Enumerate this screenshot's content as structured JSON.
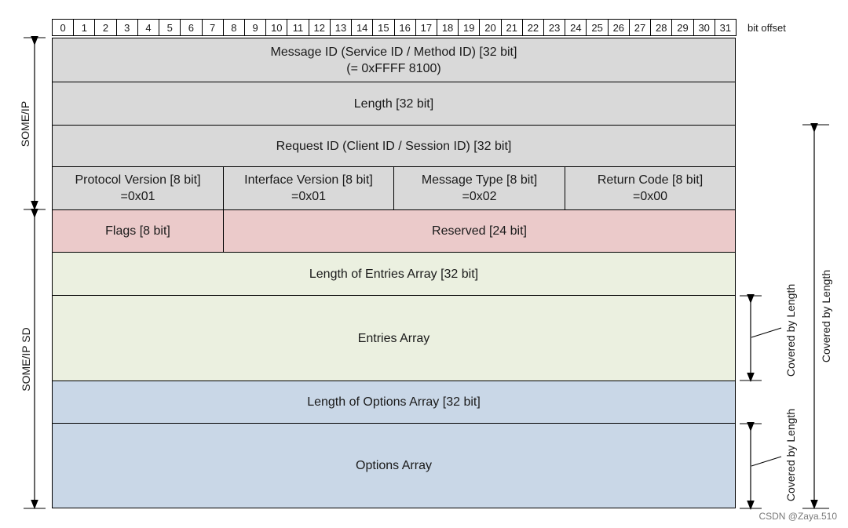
{
  "bit_offsets": [
    "0",
    "1",
    "2",
    "3",
    "4",
    "5",
    "6",
    "7",
    "8",
    "9",
    "10",
    "11",
    "12",
    "13",
    "14",
    "15",
    "16",
    "17",
    "18",
    "19",
    "20",
    "21",
    "22",
    "23",
    "24",
    "25",
    "26",
    "27",
    "28",
    "29",
    "30",
    "31"
  ],
  "bit_offset_label": "bit offset",
  "header_rows": {
    "message_id_line1": "Message ID (Service ID / Method ID) [32 bit]",
    "message_id_line2": "(= 0xFFFF 8100)",
    "length": "Length [32 bit]",
    "request_id": "Request ID (Client ID / Session ID) [32 bit]",
    "protocol_version": "Protocol Version [8 bit]",
    "protocol_version_val": "=0x01",
    "interface_version": "Interface Version [8 bit]",
    "interface_version_val": "=0x01",
    "message_type": "Message Type [8 bit]",
    "message_type_val": "=0x02",
    "return_code": "Return Code [8 bit]",
    "return_code_val": "=0x00"
  },
  "sd_rows": {
    "flags": "Flags [8 bit]",
    "reserved": "Reserved [24 bit]",
    "length_entries": "Length of Entries Array  [32 bit]",
    "entries": "Entries Array",
    "length_options": "Length of Options Array  [32 bit]",
    "options": "Options Array"
  },
  "side_labels": {
    "some_ip": "SOME/IP",
    "some_ip_sd": "SOME/IP SD",
    "covered_entries": "Covered by Length",
    "covered_options": "Covered by Length",
    "covered_total": "Covered by Length"
  },
  "watermark": "CSDN @Zaya.510",
  "colors": {
    "header": "#d9d9d9",
    "flags": "#ebcaca",
    "entries": "#ebf0e0",
    "options": "#c9d7e7"
  }
}
